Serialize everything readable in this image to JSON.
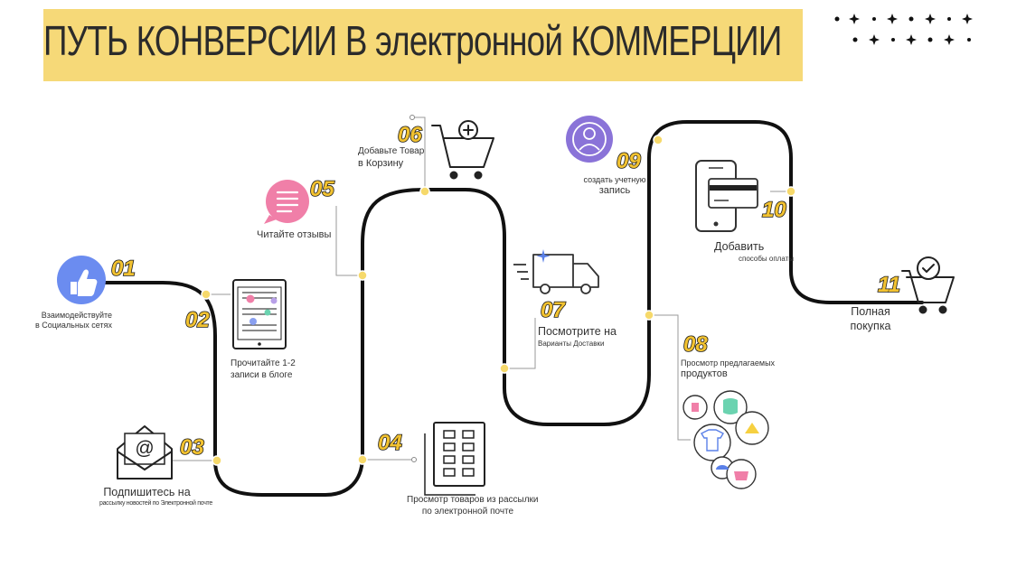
{
  "title": "ПУТЬ КОНВЕРСИИ В электронной КОММЕРЦИИ",
  "steps": [
    {
      "num": "01",
      "lines": [
        "Взаимодействуйте",
        "в Социальных сетях"
      ],
      "icon": "thumbs-up-icon"
    },
    {
      "num": "02",
      "lines": [
        "Прочитайте 1-2",
        "записи в блоге"
      ],
      "icon": "tablet-blog-icon"
    },
    {
      "num": "03",
      "lines": [
        "Подпишитесь на",
        "рассылку новостей по Электронной почте"
      ],
      "icon": "email-envelope-icon"
    },
    {
      "num": "04",
      "lines": [
        "Просмотр товаров из рассылки",
        "по электронной почте"
      ],
      "icon": "product-grid-icon"
    },
    {
      "num": "05",
      "lines": [
        "Читайте отзывы"
      ],
      "icon": "review-chat-icon"
    },
    {
      "num": "06",
      "lines": [
        "Добавьте Товар",
        "в Корзину"
      ],
      "icon": "cart-add-icon"
    },
    {
      "num": "07",
      "lines": [
        "Посмотрите на",
        "Варианты Доставки"
      ],
      "icon": "delivery-truck-icon"
    },
    {
      "num": "08",
      "lines": [
        "Просмотр предлагаемых",
        "продуктов"
      ],
      "icon": "product-circles-icon"
    },
    {
      "num": "09",
      "lines": [
        "создать учетную",
        "запись"
      ],
      "icon": "user-account-icon"
    },
    {
      "num": "10",
      "lines": [
        "Добавить",
        "способы оплаты"
      ],
      "icon": "phone-card-icon"
    },
    {
      "num": "11",
      "lines": [
        "Полная",
        "покупка"
      ],
      "icon": "cart-check-icon"
    }
  ],
  "colors": {
    "title_bg": "#f6d978",
    "path": "#111111",
    "dot": "#f6d96b",
    "number_fill": "#f2c230",
    "social": "#6b8cf0",
    "review": "#f07fa8",
    "account": "#8a73d8"
  }
}
